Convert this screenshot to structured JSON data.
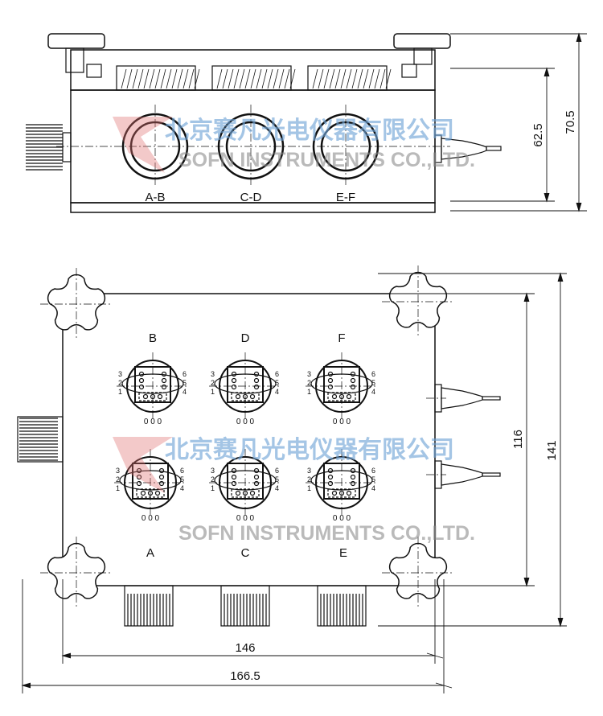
{
  "side_view": {
    "port_labels": [
      "A-B",
      "C-D",
      "E-F"
    ],
    "dimensions": {
      "inner_height": "62.5",
      "total_height": "70.5"
    }
  },
  "top_view": {
    "upper_labels": [
      "B",
      "D",
      "F"
    ],
    "lower_labels": [
      "A",
      "C",
      "E"
    ],
    "pin_numbers_left": [
      "3",
      "2",
      "1"
    ],
    "pin_numbers_right": [
      "6",
      "5",
      "4"
    ],
    "pin_bottom": "0 0 0",
    "dimensions": {
      "inner_width": "146",
      "total_width": "166.5",
      "inner_depth": "116",
      "total_depth": "141"
    }
  },
  "watermark": {
    "cn": "北京赛凡光电仪器有限公司",
    "en": "SOFN INSTRUMENTS CO.,LTD."
  },
  "colors": {
    "line": "#111111",
    "watermark_blue": "#6fa3d6",
    "watermark_red": "#e07070"
  }
}
